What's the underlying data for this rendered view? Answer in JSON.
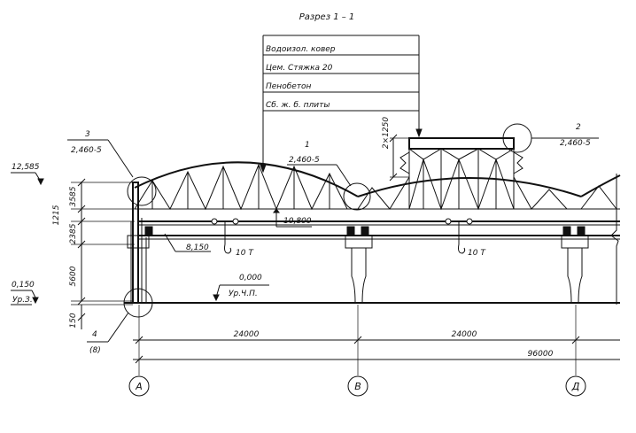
{
  "title": "Разрез 1 – 1",
  "layers": [
    "Водоизол. ковер",
    "Цем. Стяжка 20",
    "Пенобетон",
    "Сб. ж. б. плиты"
  ],
  "callouts": {
    "c3": {
      "num": "3",
      "ref": "2,460-5"
    },
    "c1": {
      "num": "1",
      "ref": "2,460-5"
    },
    "c2": {
      "num": "2",
      "ref": "2,460-5"
    },
    "c4": {
      "num": "4",
      "ref": "(8)"
    }
  },
  "lantern_height": "2×1250",
  "elevations": {
    "e12585": "12,585",
    "e10800": "10,800",
    "e8150": "8,150",
    "e0150": "0,150",
    "e0150_label": "Ур.З.",
    "e0000": "0,000",
    "e0000_label": "Ур.Ч.П."
  },
  "vertical_dims": [
    "3585",
    "1215",
    "2385",
    "5600",
    "150"
  ],
  "crane_labels": [
    "10 Т",
    "10 Т"
  ],
  "horizontal_dims": {
    "span1": "24000",
    "span2": "24000",
    "total": "96000"
  },
  "axes": [
    "А",
    "В",
    "Д"
  ]
}
